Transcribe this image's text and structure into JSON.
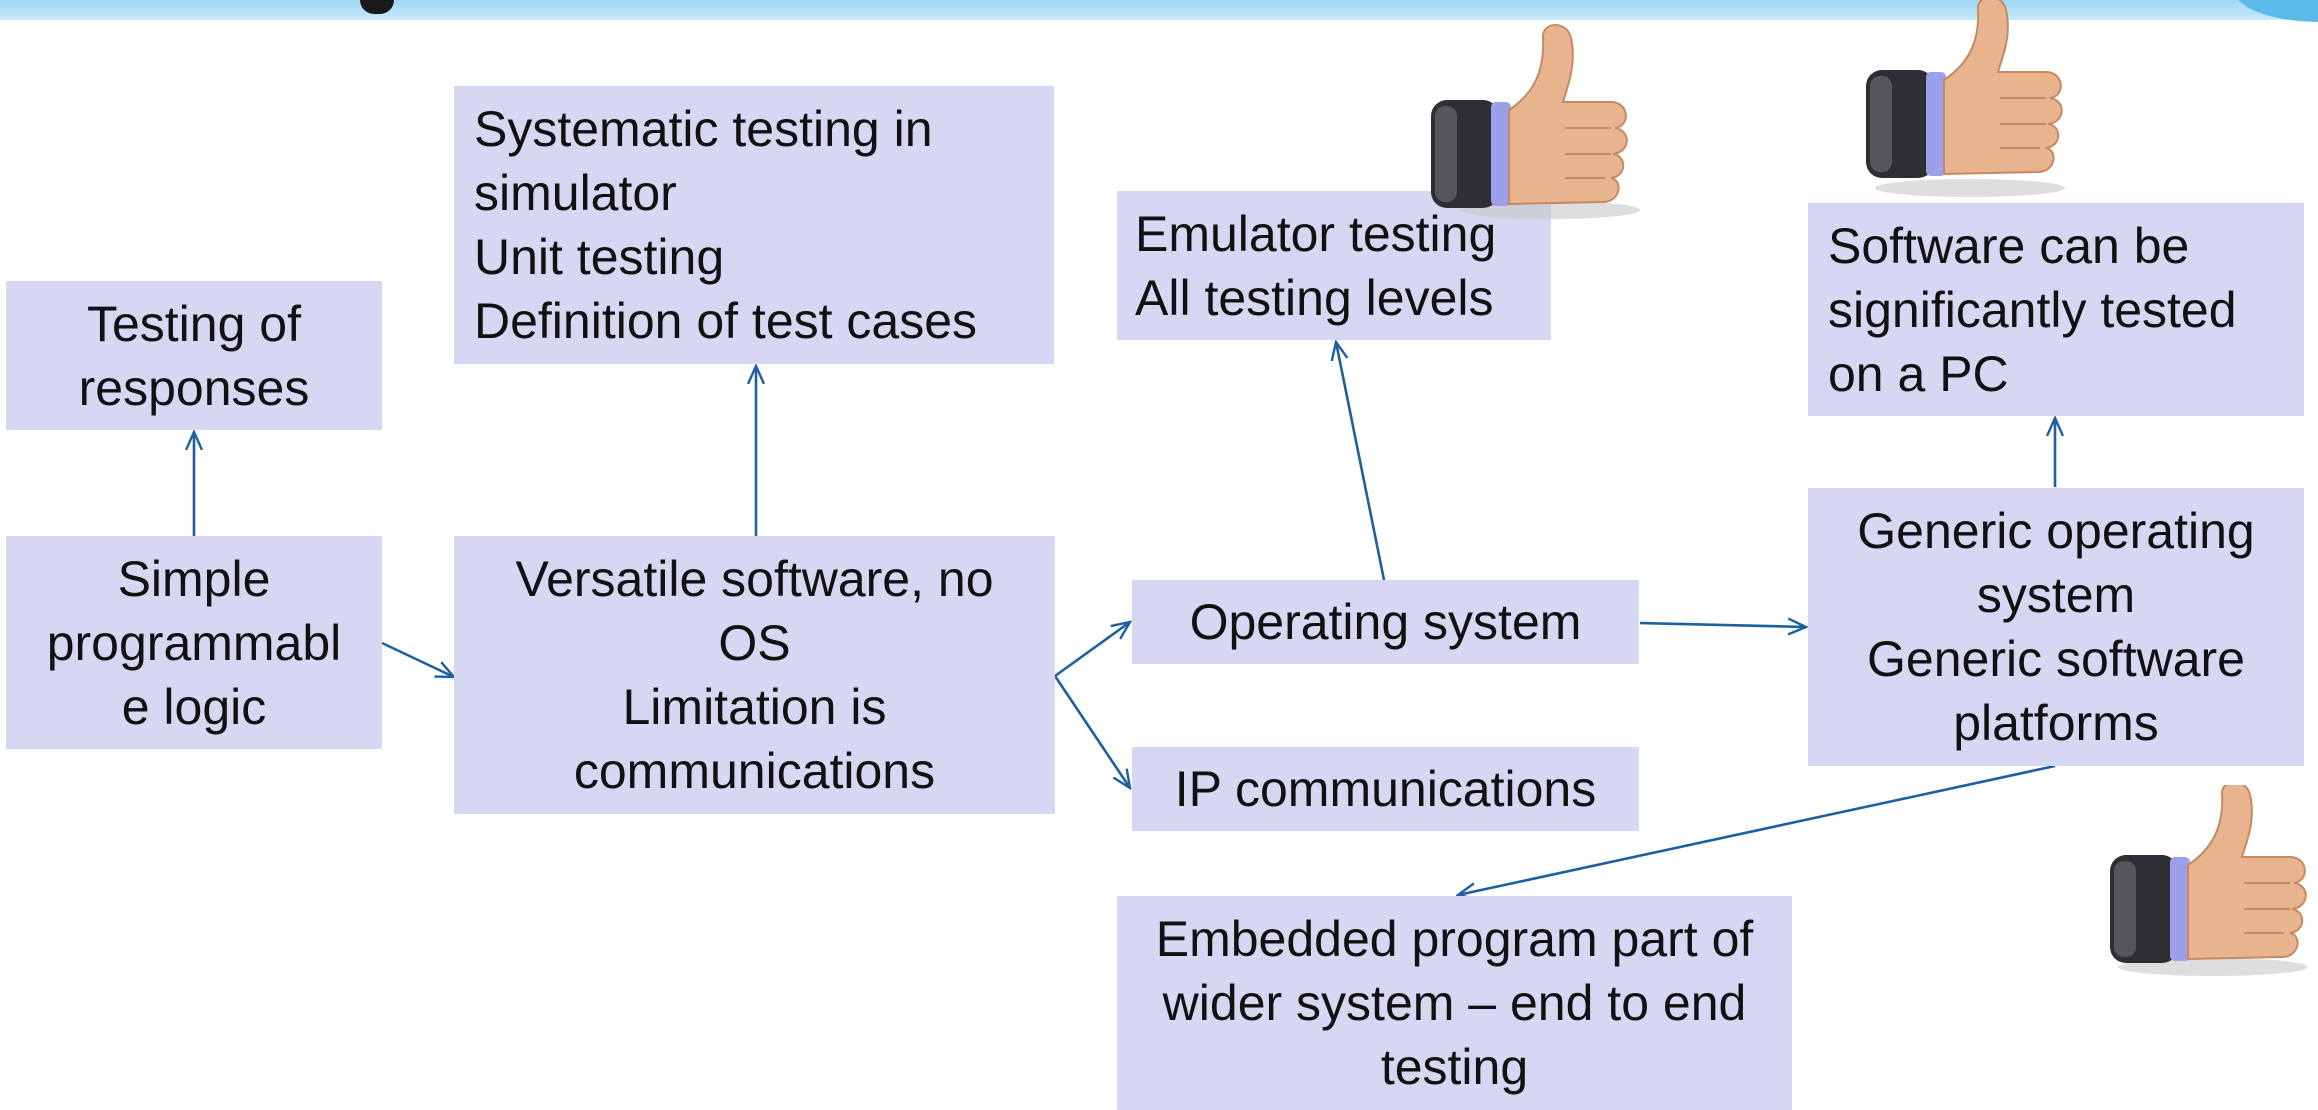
{
  "diagram": {
    "boxes": {
      "testing_of_responses": [
        "Testing of",
        "responses"
      ],
      "simple_logic": [
        "Simple",
        "programmabl",
        "e logic"
      ],
      "systematic_testing": [
        "Systematic testing in",
        "simulator",
        "Unit testing",
        "Definition of test cases"
      ],
      "versatile_software": [
        "Versatile software, no",
        "OS",
        "Limitation is",
        "communications"
      ],
      "emulator_testing": [
        "Emulator testing",
        "All testing levels"
      ],
      "operating_system": [
        "Operating system"
      ],
      "ip_communications": [
        "IP communications"
      ],
      "software_tested_pc": [
        "Software can be",
        "significantly tested",
        "on a PC"
      ],
      "generic_os": [
        "Generic operating",
        "system",
        "Generic software",
        "platforms"
      ],
      "embedded_program": [
        "Embedded program part of",
        "wider system – end to end",
        "testing"
      ]
    },
    "colors": {
      "box_fill": "#d6d7f3",
      "arrow": "#1f5fa0",
      "header_band": "#bfe4f8"
    },
    "icons": [
      "thumbs-up-icon",
      "thumbs-up-icon",
      "thumbs-up-icon"
    ]
  }
}
